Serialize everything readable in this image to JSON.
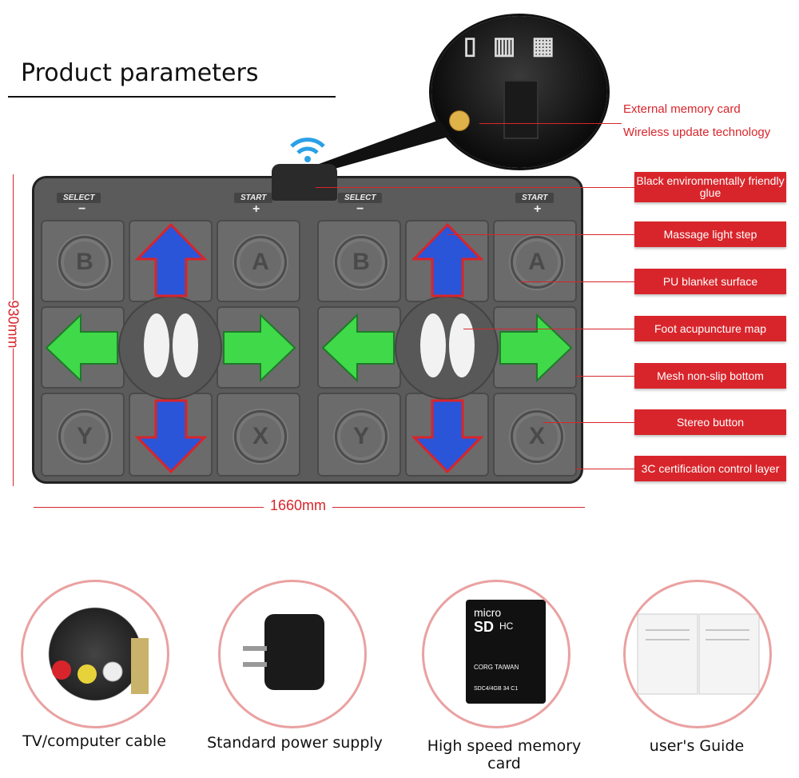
{
  "heading": "Product parameters",
  "dimensions": {
    "height": "930mm",
    "width": "1660mm"
  },
  "mat": {
    "select_label": "SELECT",
    "start_label": "START",
    "minus": "−",
    "plus": "+",
    "buttons": {
      "b": "B",
      "a": "A",
      "y": "Y",
      "x": "X"
    }
  },
  "callouts_text": {
    "memory_card": "External memory card",
    "wireless_update": "Wireless update technology"
  },
  "callouts": [
    "Black environmentally friendly glue",
    "Massage light step",
    "PU blanket surface",
    "Foot acupuncture map",
    "Mesh non-slip bottom",
    "Stereo button",
    "3C certification control layer"
  ],
  "accessories": [
    "TV/computer cable",
    "Standard power supply",
    "High speed memory card",
    "user's Guide"
  ],
  "memory_card_text": {
    "brand": "micro",
    "sd": "SD",
    "hc": "HC",
    "made": "CORG TAIWAN",
    "code": "SDC4/4GB 34 C1"
  },
  "colors": {
    "accent_red": "#d8252b",
    "arrow_blue": "#2a55d8",
    "arrow_green": "#3fd94a"
  }
}
